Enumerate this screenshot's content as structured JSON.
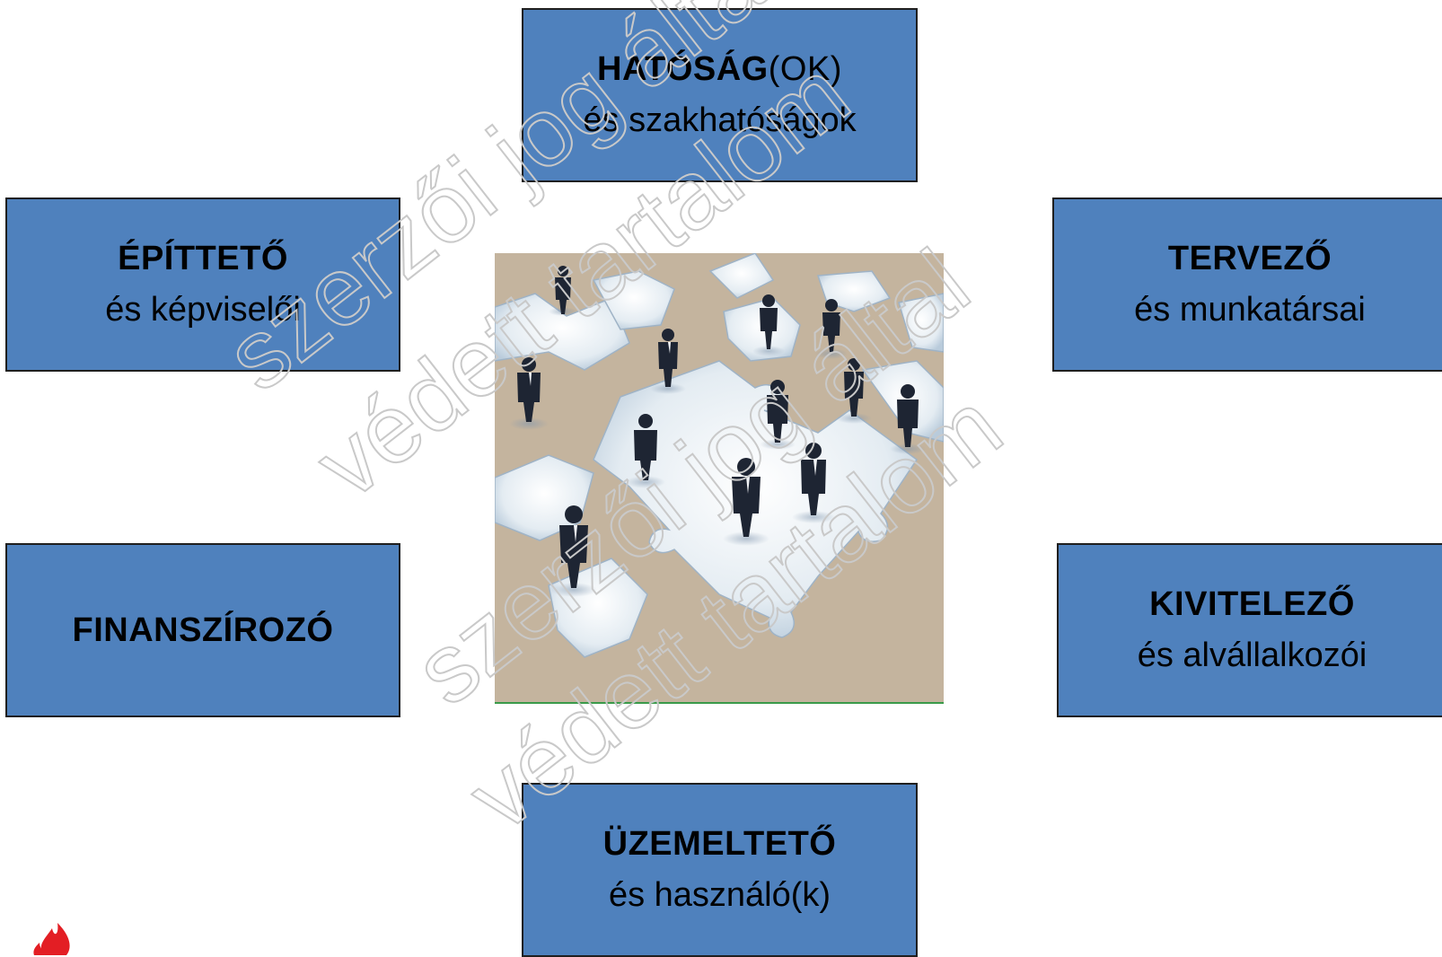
{
  "boxes": {
    "authority": {
      "title_bold": "HATÓSÁG",
      "title_light": "(OK)",
      "subtitle": "és szakhatóságok"
    },
    "client": {
      "title": "ÉPÍTTETŐ",
      "subtitle": "és képviselői"
    },
    "designer": {
      "title": "TERVEZŐ",
      "subtitle": "és munkatársai"
    },
    "finance": {
      "title": "FINANSZÍROZÓ"
    },
    "contractor": {
      "title": "KIVITELEZŐ",
      "subtitle": "és alvállalkozói"
    },
    "operator": {
      "title": "ÜZEMELTETŐ",
      "subtitle": "és használó(k)"
    }
  },
  "watermark": {
    "line1": "szerzői jog által",
    "line2": "védett tartalom"
  },
  "colors": {
    "box_fill": "#4f81bd",
    "box_border": "#1f1f1f",
    "puzzle_background": "#c4b49e",
    "puzzle_piece": "#dce6ee",
    "figure": "#1e2533",
    "logo_flame": "#e31e24"
  },
  "image": {
    "subject": "business-people-on-puzzle-pieces"
  },
  "logo": {
    "icon": "flame-icon"
  }
}
